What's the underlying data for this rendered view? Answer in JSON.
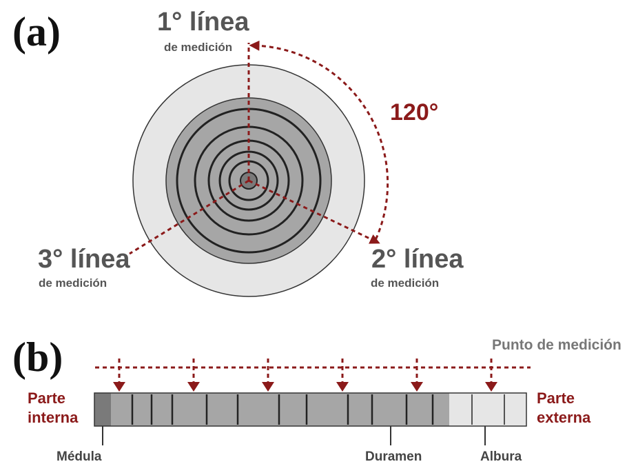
{
  "colors": {
    "accent_red": "#8b1a1a",
    "sapwood": "#e6e6e6",
    "heartwood": "#a6a6a6",
    "pith": "#7a7a7a",
    "text_gray": "#555555"
  },
  "panel_a": {
    "label": "(a)",
    "line1": {
      "title": "1° línea",
      "subtitle": "de medición"
    },
    "line2": {
      "title": "2° línea",
      "subtitle": "de medición"
    },
    "line3": {
      "title": "3° línea",
      "subtitle": "de medición"
    },
    "angle_label": "120°"
  },
  "panel_b": {
    "label": "(b)",
    "measure_point": "Punto de medición",
    "inner_part": {
      "line1": "Parte",
      "line2": "interna"
    },
    "outer_part": {
      "line1": "Parte",
      "line2": "externa"
    },
    "pith_label": "Médula",
    "heartwood_label": "Duramen",
    "sapwood_label": "Albura",
    "measurement_point_count": 6
  }
}
